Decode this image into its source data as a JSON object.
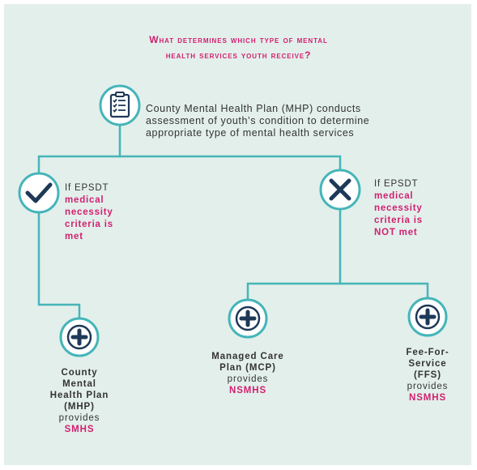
{
  "title": {
    "line1": "What determines which type of mental",
    "line2": "health services youth receive?"
  },
  "assessment": {
    "icon": "clipboard-checklist-icon",
    "lines": [
      "County Mental Health Plan (MHP) conducts",
      "assessment of youth’s condition to determine",
      "appropriate type of mental health services"
    ]
  },
  "met_branch": {
    "icon": "checkmark-icon",
    "prefix": "If EPSDT",
    "emphasis": [
      "medical",
      "necessity",
      "criteria is",
      "met"
    ]
  },
  "not_met_branch": {
    "icon": "x-mark-icon",
    "prefix": "If EPSDT",
    "emphasis": [
      "medical",
      "necessity",
      "criteria is",
      "NOT met"
    ]
  },
  "outcomes": {
    "mhp": {
      "icon": "plus-circle-icon",
      "name_lines": [
        "County",
        "Mental",
        "Health Plan",
        "(MHP)"
      ],
      "provides": "provides",
      "service": "SMHS"
    },
    "mcp": {
      "icon": "plus-circle-icon",
      "name_lines": [
        "Managed Care",
        "Plan (MCP)"
      ],
      "provides": "provides",
      "service": "NSMHS"
    },
    "ffs": {
      "icon": "plus-circle-icon",
      "name_lines": [
        "Fee-For-",
        "Service",
        "(FFS)"
      ],
      "provides": "provides",
      "service": "NSMHS"
    }
  },
  "colors": {
    "background": "#e3efeb",
    "accent_pink": "#d21f6f",
    "teal": "#45b5b9",
    "navy": "#1e3958"
  }
}
